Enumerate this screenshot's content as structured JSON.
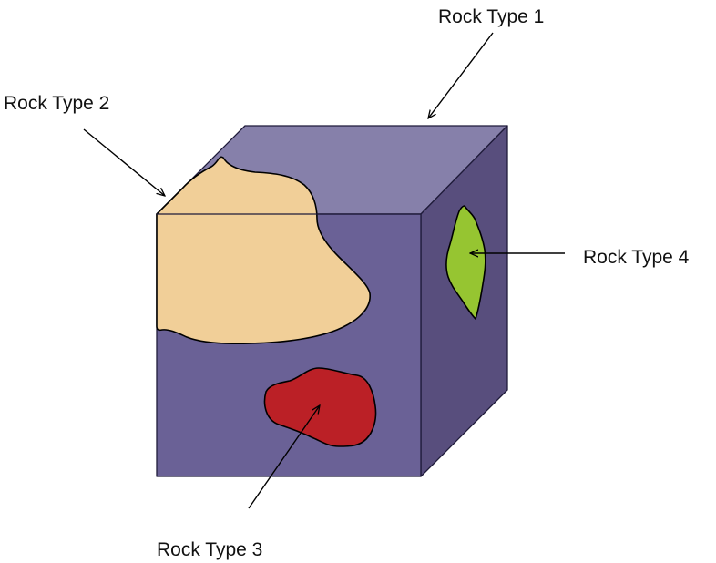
{
  "labels": {
    "rock_type_1": "Rock Type 1",
    "rock_type_2": "Rock Type 2",
    "rock_type_3": "Rock Type 3",
    "rock_type_4": "Rock Type 4"
  },
  "colors": {
    "cube_top": "#8680aa",
    "cube_front": "#6a6196",
    "cube_side": "#584e7d",
    "rock_type_2": "#f1cf98",
    "rock_type_3": "#bb2026",
    "rock_type_4": "#96c531"
  }
}
